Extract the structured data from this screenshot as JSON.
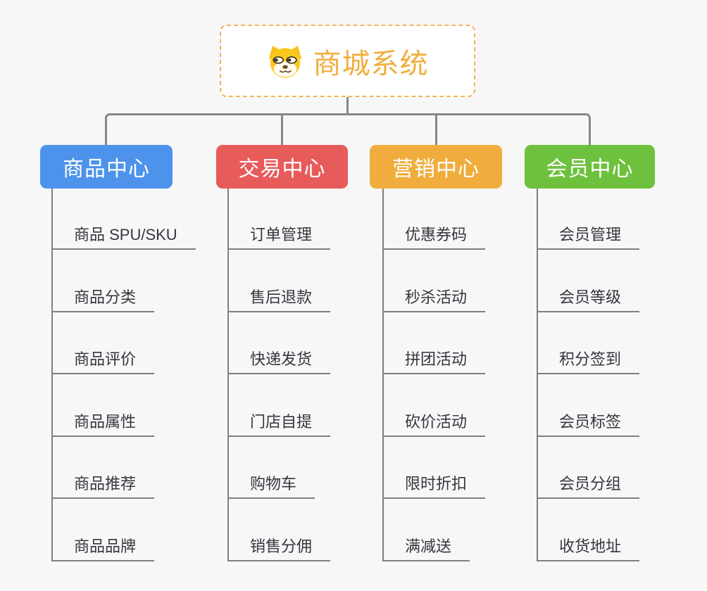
{
  "root": {
    "title": "商城系统",
    "icon": "dog-face-icon",
    "accent_color": "#F0AE3E"
  },
  "branches": [
    {
      "label": "商品中心",
      "color": "#4D93EB",
      "items": [
        "商品 SPU/SKU",
        "商品分类",
        "商品评价",
        "商品属性",
        "商品推荐",
        "商品品牌"
      ]
    },
    {
      "label": "交易中心",
      "color": "#E85B5B",
      "items": [
        "订单管理",
        "售后退款",
        "快递发货",
        "门店自提",
        "购物车",
        "销售分佣"
      ]
    },
    {
      "label": "营销中心",
      "color": "#F0AC3C",
      "items": [
        "优惠券码",
        "秒杀活动",
        "拼团活动",
        "砍价活动",
        "限时折扣",
        "满减送"
      ]
    },
    {
      "label": "会员中心",
      "color": "#6EC13C",
      "items": [
        "会员管理",
        "会员等级",
        "积分签到",
        "会员标签",
        "会员分组",
        "收货地址"
      ]
    }
  ]
}
